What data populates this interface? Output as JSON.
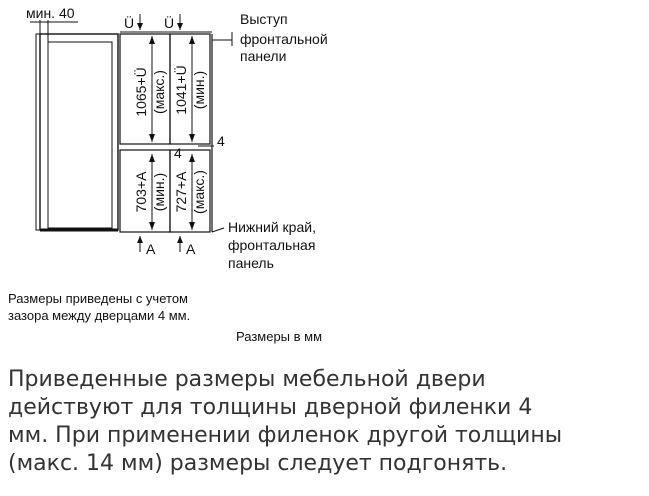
{
  "diagram": {
    "labels": {
      "min40": "мин. 40",
      "u_left": "Ü",
      "u_right": "Ü",
      "front_panel_protrusion_1": "Выступ",
      "front_panel_protrusion_2": "фронтальной",
      "front_panel_protrusion_3": "панели",
      "dim_upper_left_1": "1065+Ü",
      "dim_upper_left_2": "(макс.)",
      "dim_upper_right_1": "1041+Ü",
      "dim_upper_right_2": "(мин.)",
      "gap_4_right": "4",
      "gap_4_mid": "4",
      "dim_lower_left_1": "703+A",
      "dim_lower_left_2": "(мин.)",
      "dim_lower_right_1": "727+A",
      "dim_lower_right_2": "(макс.)",
      "bottom_edge_1": "Нижний край,",
      "bottom_edge_2": "фронтальная",
      "bottom_edge_3": "панель",
      "a_left": "A",
      "a_right": "A"
    },
    "notes": {
      "gap_note_1": "Размеры приведены с учетом",
      "gap_note_2": "зазора между дверцами 4 мм.",
      "units_note": "Размеры в мм"
    }
  },
  "caption": {
    "line1": "Приведенные размеры мебельной двери",
    "line2": "действуют для толщины дверной филенки 4",
    "line3": "мм. При применении филенок другой толщины",
    "line4": "(макс. 14 мм) размеры следует подгонять."
  }
}
